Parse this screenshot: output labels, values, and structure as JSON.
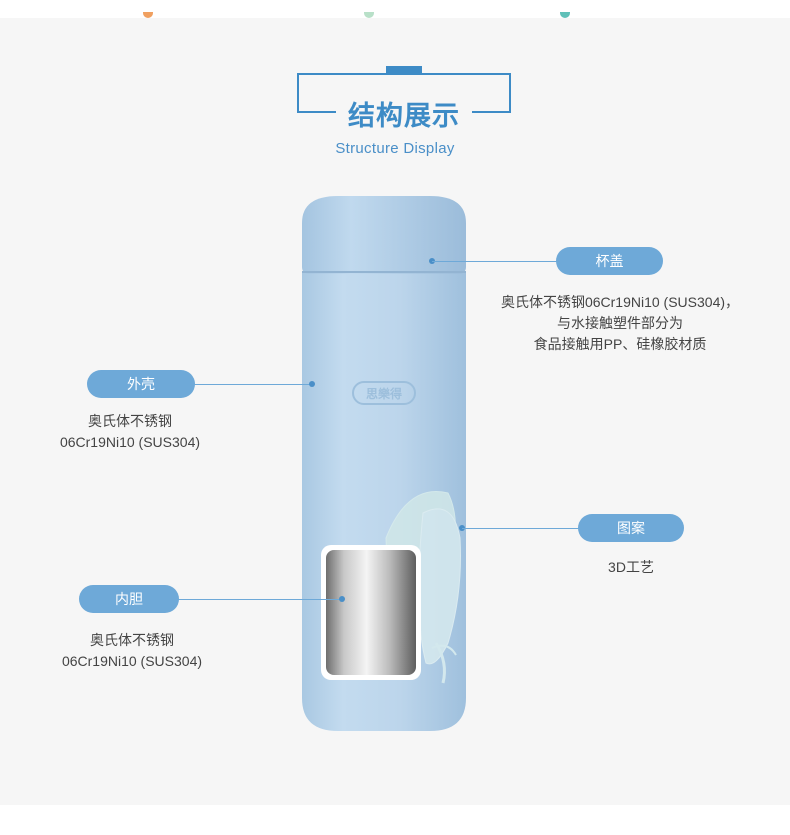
{
  "header": {
    "title": "结构展示",
    "subtitle": "Structure Display"
  },
  "product": {
    "logo_text": "思樂得"
  },
  "labels": {
    "lid": {
      "name": "杯盖",
      "desc": [
        "奥氏体不锈钢06Cr19Ni10 (SUS304)，",
        "与水接触塑件部分为",
        "食品接触用PP、硅橡胶材质"
      ]
    },
    "shell": {
      "name": "外壳",
      "desc": [
        "奥氏体不锈钢",
        "06Cr19Ni10 (SUS304)"
      ]
    },
    "pattern": {
      "name": "图案",
      "desc": [
        "3D工艺"
      ]
    },
    "liner": {
      "name": "内胆",
      "desc": [
        "奥氏体不锈钢",
        "06Cr19Ni10 (SUS304)"
      ]
    }
  },
  "colors": {
    "accent": "#3d8bc6",
    "pill": "#6ea9d8",
    "bottle": "#b9d4ea",
    "background": "#f6f6f6"
  }
}
